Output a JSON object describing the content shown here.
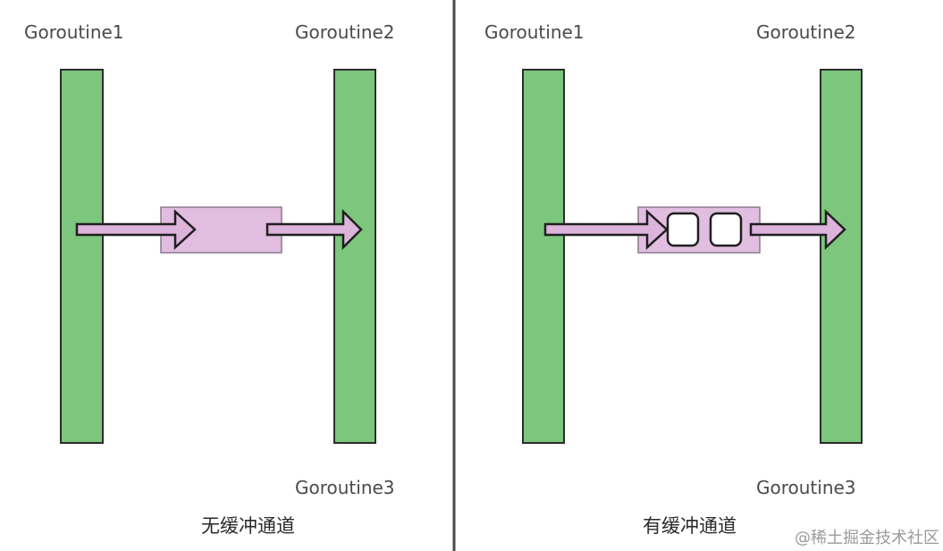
{
  "left_panel": {
    "goroutine1_label": "Goroutine1",
    "goroutine2_label": "Goroutine2",
    "goroutine3_label": "Goroutine3",
    "caption": "无缓冲通道"
  },
  "right_panel": {
    "goroutine1_label": "Goroutine1",
    "goroutine2_label": "Goroutine2",
    "goroutine3_label": "Goroutine3",
    "caption": "有缓冲通道",
    "buffer_slots": 2
  },
  "watermark": "@稀土掘金技术社区",
  "colors": {
    "goroutine_bar": "#7dc67d",
    "channel_box": "#e1bde0",
    "arrow_fill": "#dcb3db",
    "outline": "#1f1f1f"
  }
}
